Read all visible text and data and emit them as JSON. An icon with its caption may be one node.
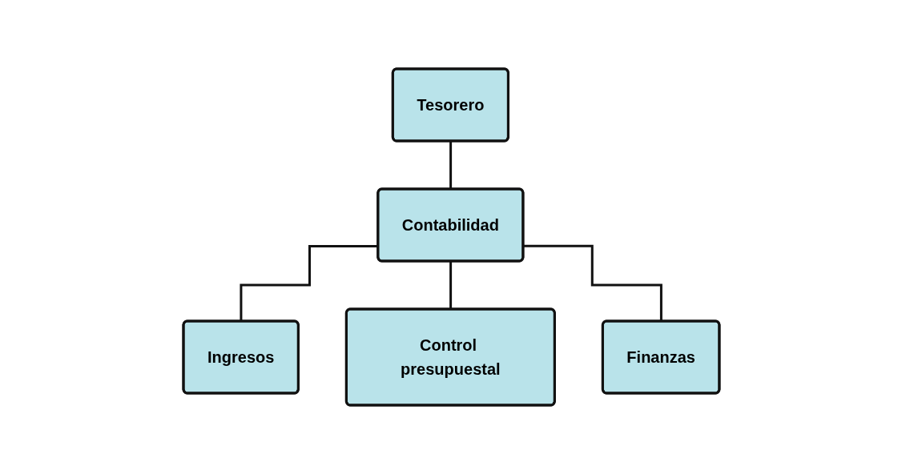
{
  "diagram": {
    "nodes": [
      {
        "text": [
          "Tesorero"
        ]
      },
      {
        "text": [
          "Contabilidad"
        ]
      },
      {
        "text": [
          "Ingresos"
        ]
      },
      {
        "text": [
          "Control presupuestal"
        ]
      },
      {
        "text": [
          "Finanzas"
        ]
      }
    ],
    "edges": [
      {
        "from": 0,
        "to": 1,
        "arrow": "none"
      },
      {
        "from": 1,
        "to": 2,
        "arrow": "none"
      },
      {
        "from": 1,
        "to": 3,
        "arrow": "none"
      },
      {
        "from": 1,
        "to": 4,
        "arrow": "none"
      }
    ]
  }
}
